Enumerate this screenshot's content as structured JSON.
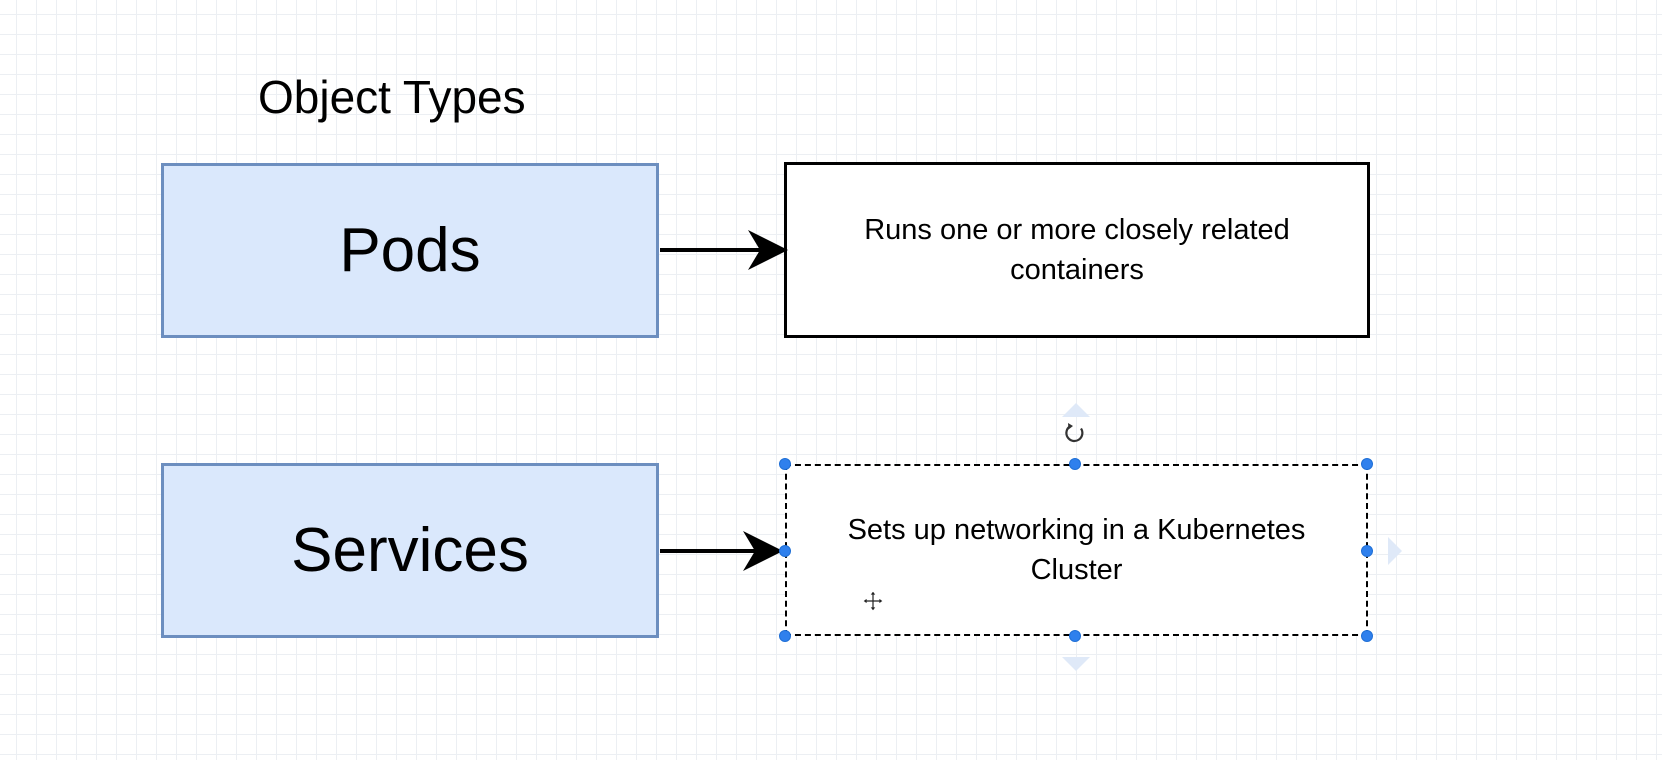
{
  "diagram": {
    "title": "Object Types",
    "rows": [
      {
        "type_label": "Pods",
        "description": "Runs one or more closely related containers"
      },
      {
        "type_label": "Services",
        "description": "Sets up networking in a Kubernetes Cluster"
      }
    ],
    "selected_row": 1
  },
  "colors": {
    "type_box_fill": "#dae8fc",
    "type_box_stroke": "#6c8ebf",
    "selection_handle": "#2f80ed",
    "grid_line": "#eceff3"
  },
  "icons": {
    "rotate": "rotate-icon",
    "move": "move-icon"
  }
}
